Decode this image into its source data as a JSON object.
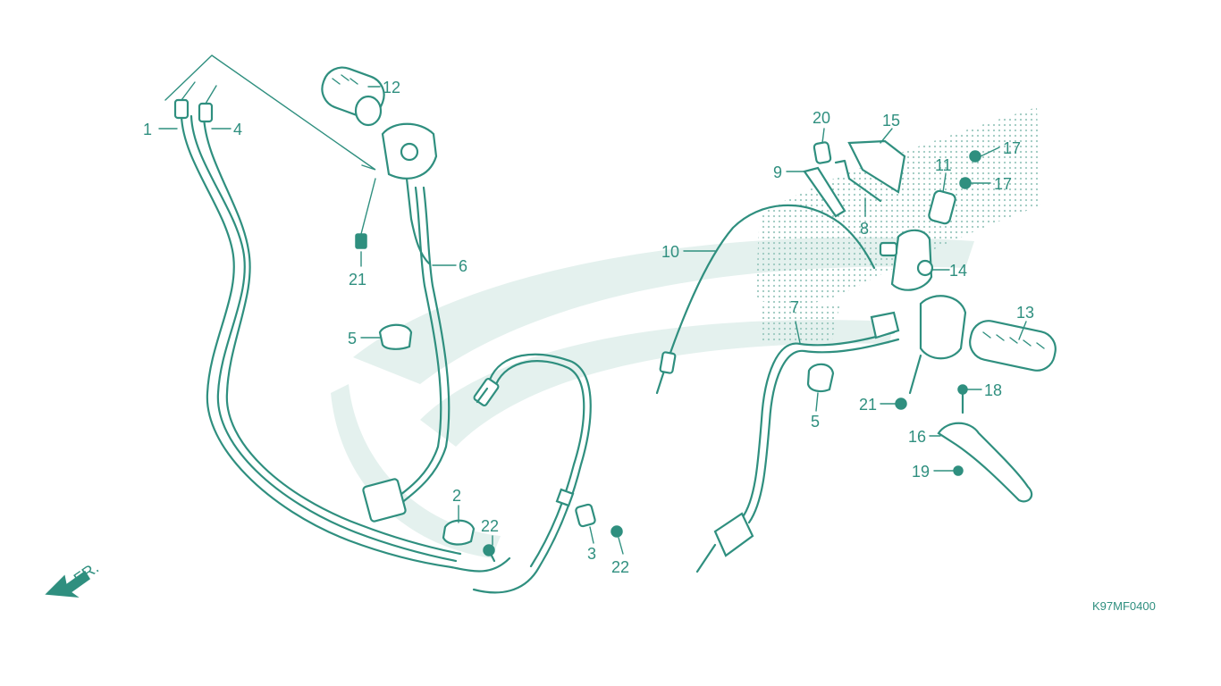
{
  "diagram_code": "K97MF0400",
  "direction_mark": "FR.",
  "callouts": [
    {
      "id": "c1",
      "text": "1"
    },
    {
      "id": "c4",
      "text": "4"
    },
    {
      "id": "c12",
      "text": "12"
    },
    {
      "id": "c21a",
      "text": "21"
    },
    {
      "id": "c6",
      "text": "6"
    },
    {
      "id": "c5a",
      "text": "5"
    },
    {
      "id": "c2",
      "text": "2"
    },
    {
      "id": "c22a",
      "text": "22"
    },
    {
      "id": "c3",
      "text": "3"
    },
    {
      "id": "c22b",
      "text": "22"
    },
    {
      "id": "c20",
      "text": "20"
    },
    {
      "id": "c15",
      "text": "15"
    },
    {
      "id": "c9",
      "text": "9"
    },
    {
      "id": "c8",
      "text": "8"
    },
    {
      "id": "c11",
      "text": "11"
    },
    {
      "id": "c17a",
      "text": "17"
    },
    {
      "id": "c17b",
      "text": "17"
    },
    {
      "id": "c10",
      "text": "10"
    },
    {
      "id": "c14",
      "text": "14"
    },
    {
      "id": "c7",
      "text": "7"
    },
    {
      "id": "c13",
      "text": "13"
    },
    {
      "id": "c5b",
      "text": "5"
    },
    {
      "id": "c21b",
      "text": "21"
    },
    {
      "id": "c18",
      "text": "18"
    },
    {
      "id": "c16",
      "text": "16"
    },
    {
      "id": "c19",
      "text": "19"
    }
  ],
  "colors": {
    "line": "#2f8f7f",
    "watermark": "#e4f1ee",
    "background": "#ffffff"
  }
}
